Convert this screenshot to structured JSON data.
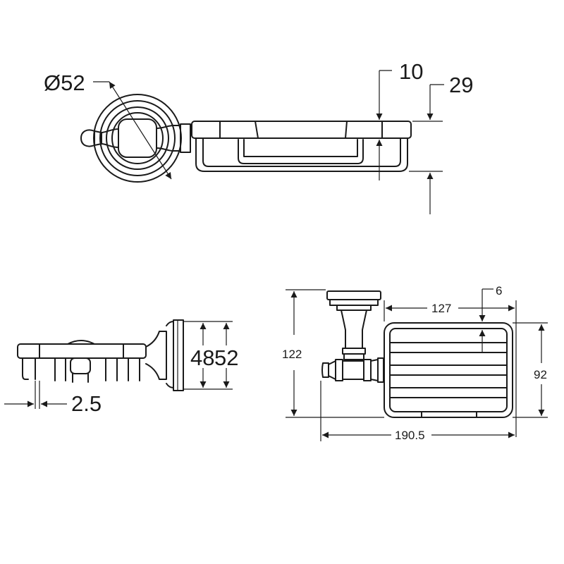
{
  "dimensions": {
    "diameter": "Ø52",
    "d10": "10",
    "d29": "29",
    "d48": "48",
    "d52": "52",
    "d2_5": "2.5",
    "d122": "122",
    "d127": "127",
    "d6": "6",
    "d92": "92",
    "d190_5": "190.5"
  }
}
